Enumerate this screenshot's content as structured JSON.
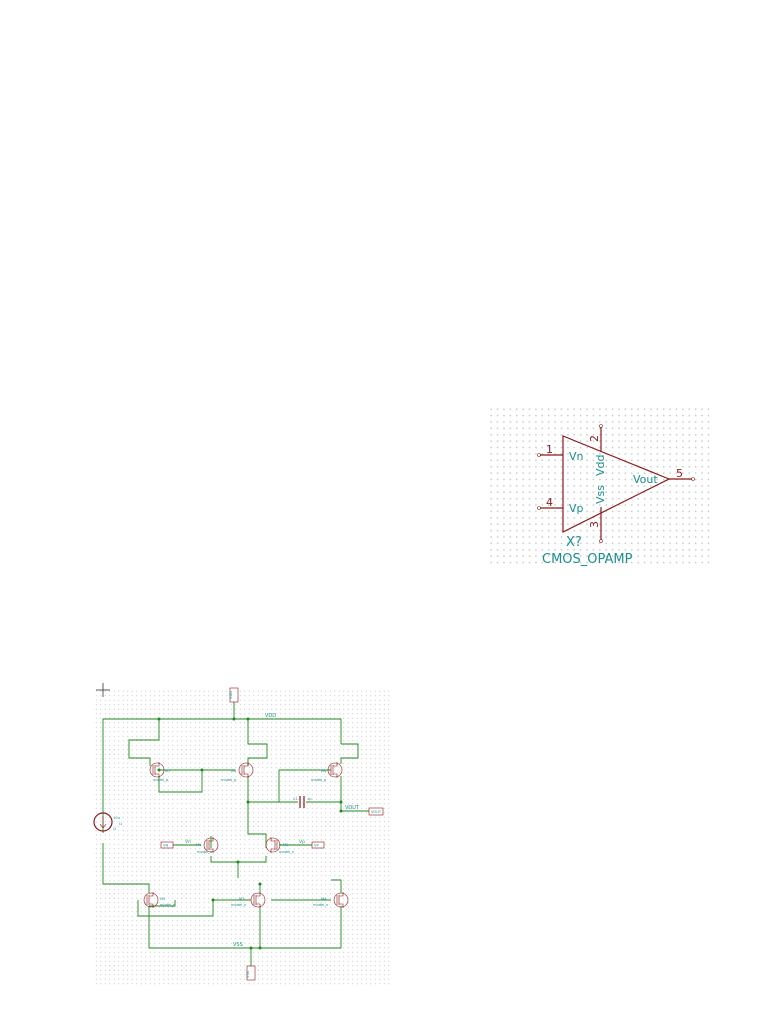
{
  "opamp_symbol": {
    "pins": [
      {
        "number": "1",
        "name": "Vn"
      },
      {
        "number": "4",
        "name": "Vp"
      },
      {
        "number": "2",
        "name": "Vdd"
      },
      {
        "number": "3",
        "name": "Vss"
      },
      {
        "number": "5",
        "name": "Vout"
      }
    ],
    "reference": "X?",
    "value": "CMOS_OPAMP",
    "colors": {
      "symbol": "#8b1a1a",
      "text": "#1d8f8f"
    }
  },
  "schematic": {
    "nets": {
      "vdd": "VDD",
      "vss": "VSS",
      "vout": "VOUT",
      "vn": "Vn",
      "vp": "Vp"
    },
    "source": {
      "value": "10u",
      "ref": "I1",
      "pin_note": "I1"
    },
    "capacitor": {
      "ref": "C1",
      "value": "1p"
    },
    "ports": {
      "vdd": "VDD",
      "vss": "VSS",
      "vout": "VOUT",
      "vn": "VN",
      "vp": "VP"
    },
    "transistors": [
      {
        "ref": "M7",
        "model": "model_p"
      },
      {
        "ref": "M8",
        "model": "model_p"
      },
      {
        "ref": "M6",
        "model": "model_p"
      },
      {
        "ref": "M1",
        "model": "model_n"
      },
      {
        "ref": "M2",
        "model": "model_n"
      },
      {
        "ref": "M5",
        "model": "model_n"
      },
      {
        "ref": "M3",
        "model": "model_n"
      },
      {
        "ref": "M4",
        "model": "model_n"
      }
    ],
    "colors": {
      "wire": "#1f8a1f",
      "symbol": "#8b1a1a",
      "text": "#1d8f8f"
    }
  }
}
